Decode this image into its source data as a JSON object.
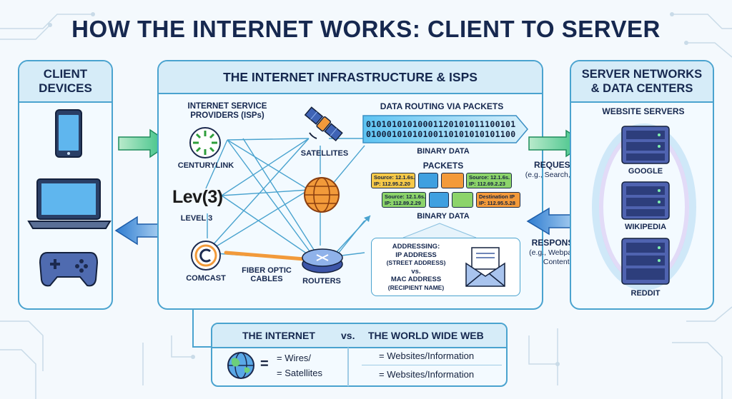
{
  "title": "HOW THE INTERNET WORKS: CLIENT TO SERVER",
  "client": {
    "heading_line1": "CLIENT",
    "heading_line2": "DEVICES"
  },
  "infrastructure": {
    "heading": "THE INTERNET INFRASTRUCTURE & ISPS",
    "isp_title_line1": "INTERNET SERVICE",
    "isp_title_line2": "PROVIDERS (ISPs)",
    "isps": [
      {
        "label": "CENTURYLINK"
      },
      {
        "logo": "Lev(3)",
        "label": "LEVEL 3"
      },
      {
        "label": "COMCAST"
      }
    ],
    "satellites_label": "SATELLITES",
    "routers_label": "ROUTERS",
    "fiber_label_line1": "FIBER OPTIC",
    "fiber_label_line2": "CABLES",
    "routing_title": "DATA ROUTING VIA PACKETS",
    "binary_line1": "01010101010001120101011100101",
    "binary_line2": "01000101010100110101010101100",
    "binary_label": "BINARY DATA",
    "packets_label": "PACKETS",
    "packets": [
      {
        "line1": "Source: 12.1.6s.",
        "line2": "IP: 112.95.2.20",
        "color": "#f7c948"
      },
      {
        "line1": "",
        "line2": "",
        "color": "#3fa0e0"
      },
      {
        "line1": "",
        "line2": "",
        "color": "#f39a3a"
      },
      {
        "line1": "Source: 12.1.6s.",
        "line2": "IP: 112.69.2.23",
        "color": "#8cd46a"
      },
      {
        "line1": "Source: 12.1.6s.",
        "line2": "IP: 112.89.2.29",
        "color": "#8cd46a"
      },
      {
        "line1": "",
        "line2": "",
        "color": "#3fa0e0"
      },
      {
        "line1": "",
        "line2": "",
        "color": "#8cd46a"
      },
      {
        "line1": "Destination IP",
        "line2": "IP: 112.95.5.28",
        "color": "#f39a3a"
      }
    ],
    "binary_label_2": "BINARY DATA",
    "addressing": {
      "line1": "ADDRESSING:",
      "line2": "IP ADDRESS",
      "line3": "(STREET ADDRESS)",
      "line4": "vs.",
      "line5": "MAC ADDRESS",
      "line6": "(RECIPIENT NAME)"
    }
  },
  "flows": {
    "requests": "REQUESTS",
    "requests_sub": "(e.g., Search, URL)",
    "responses": "RESPONSES",
    "responses_sub_line1": "(e.g., Webpages,",
    "responses_sub_line2": "Content)"
  },
  "servers": {
    "heading_line1": "SERVER NETWORKS",
    "heading_line2": "& DATA CENTERS",
    "subtitle": "WEBSITE SERVERS",
    "items": [
      {
        "label": "GOOGLE"
      },
      {
        "label": "WIKIPEDIA"
      },
      {
        "label": "REDDIT"
      }
    ]
  },
  "comparison": {
    "left_title": "THE INTERNET",
    "vs": "vs.",
    "right_title": "THE WORLD WIDE WEB",
    "equals": "=",
    "wires": "= Wires/",
    "satellites": "= Satellites",
    "web_row1": "= Websites/Information",
    "web_row2": "= Websites/Information"
  },
  "colors": {
    "border": "#4aa3cf",
    "heading": "#16284f",
    "arrow_green": "#3cc58a",
    "arrow_blue": "#3a86d8",
    "fiber": "#f29a3a",
    "network_line": "#4aa3cf"
  },
  "icons": [
    "smartphone-icon",
    "laptop-icon",
    "gamepad-icon",
    "satellite-icon",
    "globe-icon",
    "router-icon",
    "envelope-icon",
    "server-icon",
    "www-globe-icon"
  ]
}
